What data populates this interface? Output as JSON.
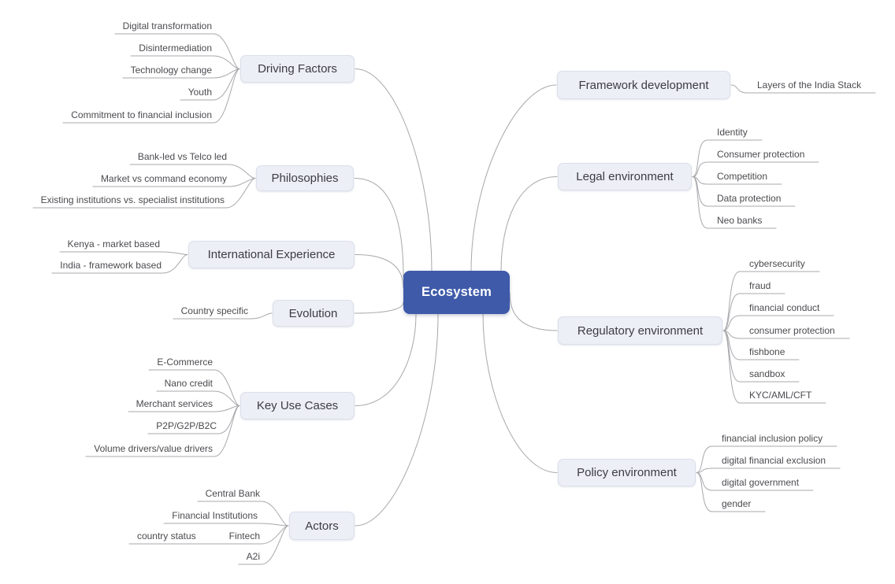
{
  "diagram": {
    "center": {
      "label": "Ecosystem"
    },
    "colors": {
      "background": "#ffffff",
      "center_fill": "#3e5aa9",
      "center_text": "#ffffff",
      "branch_fill": "#edeff6",
      "branch_text": "#3c3c44",
      "leaf_text": "#4b4b50",
      "line": "#a8a8ad"
    },
    "left_branches": [
      {
        "label": "Driving Factors",
        "children": [
          "Digital transformation",
          "Disintermediation",
          "Technology change",
          "Youth",
          "Commitment to financial inclusion"
        ]
      },
      {
        "label": "Philosophies",
        "children": [
          "Bank-led vs Telco led",
          "Market vs command economy",
          "Existing institutions vs. specialist institutions"
        ]
      },
      {
        "label": "International Experience",
        "children": [
          "Kenya - market based",
          "India - framework based"
        ]
      },
      {
        "label": "Evolution",
        "children": [
          "Country specific"
        ]
      },
      {
        "label": "Key Use Cases",
        "children": [
          "E-Commerce",
          "Nano credit",
          "Merchant services",
          "P2P/G2P/B2C",
          "Volume drivers/value drivers"
        ]
      },
      {
        "label": "Actors",
        "children": [
          "Central Bank",
          "Financial Institutions",
          {
            "label": "Fintech",
            "children": [
              "country status"
            ]
          },
          "A2i"
        ]
      }
    ],
    "right_branches": [
      {
        "label": "Framework development",
        "children": [
          "Layers of the India Stack"
        ]
      },
      {
        "label": "Legal environment",
        "children": [
          "Identity",
          "Consumer protection",
          "Competition",
          "Data protection",
          "Neo banks"
        ]
      },
      {
        "label": "Regulatory environment",
        "children": [
          "cybersecurity",
          "fraud",
          "financial conduct",
          "consumer protection",
          "fishbone",
          "sandbox",
          "KYC/AML/CFT"
        ]
      },
      {
        "label": "Policy environment",
        "children": [
          "financial inclusion policy",
          "digital financial exclusion",
          "digital government",
          "gender"
        ]
      }
    ]
  }
}
